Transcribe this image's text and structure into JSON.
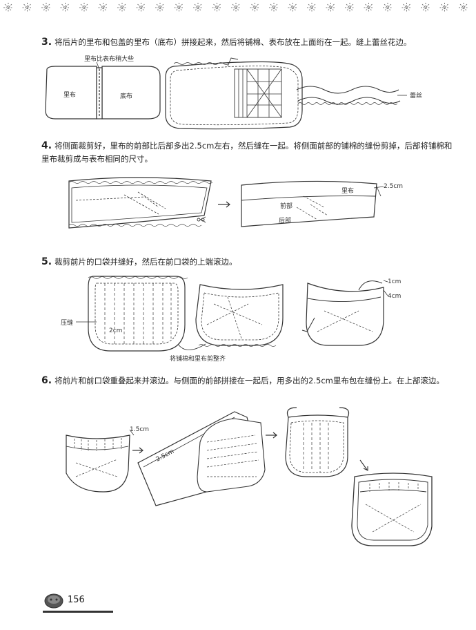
{
  "steps": [
    {
      "num": "3.",
      "text": "将后片的里布和包盖的里布（底布）拼接起来，然后将铺棉、表布放在上面绗在一起。缝上蕾丝花边。"
    },
    {
      "num": "4.",
      "line1": "将侧面裁剪好，里布的前部比后部多出2.5cm左右，然后缝在一起。将侧面前部的铺棉的缝份剪掉，后部将铺棉和",
      "line2": "里布裁剪成与表布相同的尺寸。"
    },
    {
      "num": "5.",
      "text": "裁剪前片的口袋并缝好，然后在前口袋的上端滚边。"
    },
    {
      "num": "6.",
      "text": "将前片和前口袋重叠起来并滚边。与侧面的前部拼接在一起后，用多出的2.5cm里布包在缝份上。在上部滚边。"
    }
  ],
  "labels": {
    "fig3_note": "里布比表布稍大些",
    "fig3_lining": "里布",
    "fig3_base": "底布",
    "fig3_lace": "蕾丝",
    "fig4_lining": "里布",
    "fig4_size": "2.5cm",
    "fig4_front": "前部",
    "fig4_back": "后部",
    "fig5_stitch": "压缝",
    "fig5_2cm": "2cm",
    "fig5_trim": "将铺棉和里布剪整齐",
    "fig5_1cm": "1cm",
    "fig5_4cm": "4cm",
    "fig6_15cm": "1.5cm",
    "fig6_25cm": "2.5cm"
  },
  "footer": {
    "page_number": "156"
  }
}
